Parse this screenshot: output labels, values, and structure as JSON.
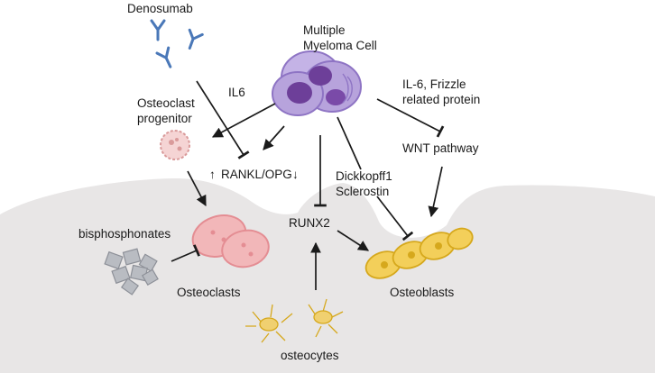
{
  "labels": {
    "denosumab": "Denosumab",
    "multiple_myeloma_line1": "Multiple",
    "multiple_myeloma_line2": "Myeloma Cell",
    "il6": "IL6",
    "il6_frizzle_line1": "IL-6, Frizzle",
    "il6_frizzle_line2": "related protein",
    "osteoclast_progenitor_line1": "Osteoclast",
    "osteoclast_progenitor_line2": "progenitor",
    "wnt_pathway": "WNT pathway",
    "rankl_opg": "RANKL/OPG",
    "rankl_up_arrow": "↑",
    "opg_down_arrow": "↓",
    "dickkopff1": "Dickkopff1",
    "sclerostin": "Sclerostin",
    "runx2": "RUNX2",
    "bisphosphonates": "bisphosphonates",
    "osteoclasts": "Osteoclasts",
    "osteoblasts": "Osteoblasts",
    "osteocytes": "osteocytes"
  },
  "colors": {
    "bone": "#e8e6e6",
    "antibody": "#4a78b8",
    "myeloma_outer": "#b7a3dc",
    "myeloma_nucleus": "#6d3f99",
    "osteoclast": "#f2b7b9",
    "osteoblast": "#f3cf5a",
    "osteocyte": "#f0d070",
    "progenitor": "#f5c9c9",
    "bisphosphonate": "#b9bcc2"
  }
}
